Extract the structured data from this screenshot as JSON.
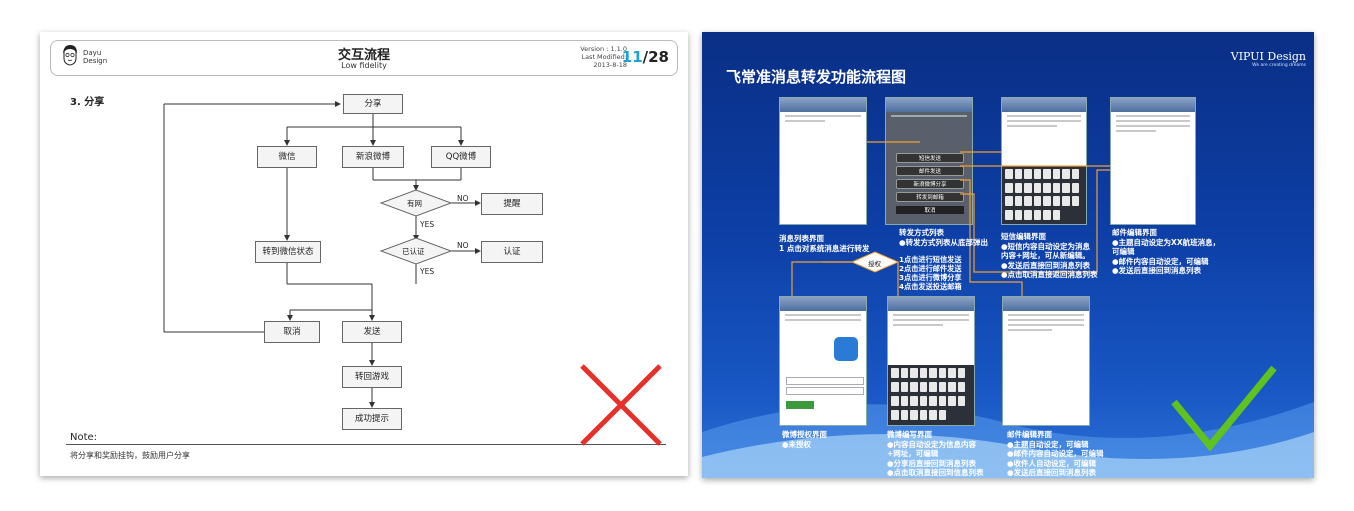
{
  "left_slide": {
    "logo_text": [
      "Dayu",
      "Design"
    ],
    "title": "交互流程",
    "subtitle": "Low fidelity",
    "version": [
      "Version : 1.1.0",
      "Last Modified:",
      "2013-8-18"
    ],
    "page_current": "11",
    "page_total": "/28",
    "section": "3. 分享",
    "nodes": {
      "share": "分享",
      "wechat": "微信",
      "sina": "新浪微博",
      "qq": "QQ微博",
      "network": "有网",
      "remind": "提醒",
      "authorized": "已认证",
      "auth": "认证",
      "to_wechat_status": "转到微信状态",
      "cancel": "取消",
      "send": "发送",
      "back_to_game": "转回游戏",
      "success": "成功提示"
    },
    "edge_labels": {
      "no1": "NO",
      "yes1": "YES",
      "no2": "NO",
      "yes2": "YES"
    },
    "note_label": "Note:",
    "note_text": "将分享和奖励挂钩，鼓励用户分享",
    "status_mark": "cross",
    "status_color": "#e8302a"
  },
  "right_slide": {
    "title": "飞常准消息转发功能流程图",
    "brand": "VIPUI Design",
    "brand_tag": "We are creating dreams",
    "decision": "授权",
    "captions": {
      "msg_list": [
        "消息列表界面",
        "1 点击对系统消息进行转发"
      ],
      "forward": [
        "转发方式列表",
        "●转发方式列表从底部弹出"
      ],
      "forward_items": [
        "1点击进行短信发送",
        "2点击进行邮件发送",
        "3点击进行微博分享",
        "4点击发送投送邮箱"
      ],
      "sms": [
        "短信编辑界面",
        "●短信内容自动设定为消息",
        "内容+网址，可从新编辑。",
        "●发送后直接回到消息列表",
        "●点击取消直接返回消息列表"
      ],
      "mail": [
        "邮件编辑界面",
        "●主题自动设定为XX航班消息，",
        "可编辑",
        "●邮件内容自动设定，可编辑",
        "●发送后直接回到消息列表"
      ],
      "weibo_auth": [
        "微博授权界面",
        "●未授权"
      ],
      "weibo_edit": [
        "微博编写界面",
        "●内容自动设定为信息内容",
        "+网址，可编辑",
        "●分享后直接回到消息列表",
        "●点击取消直接回到信息列表"
      ],
      "mail_edit": [
        "邮件编辑界面",
        "●主题自动设定，可编辑",
        "●邮件内容自动设定，可编辑",
        "●收件人自动设定，可编辑",
        "●发送后直接回到消息列表"
      ]
    },
    "phone_menu": [
      "短信发送",
      "邮件发送",
      "新浪微博分享",
      "转发到邮箱",
      "取消"
    ],
    "status_mark": "check",
    "status_color": "#5fc21f"
  }
}
